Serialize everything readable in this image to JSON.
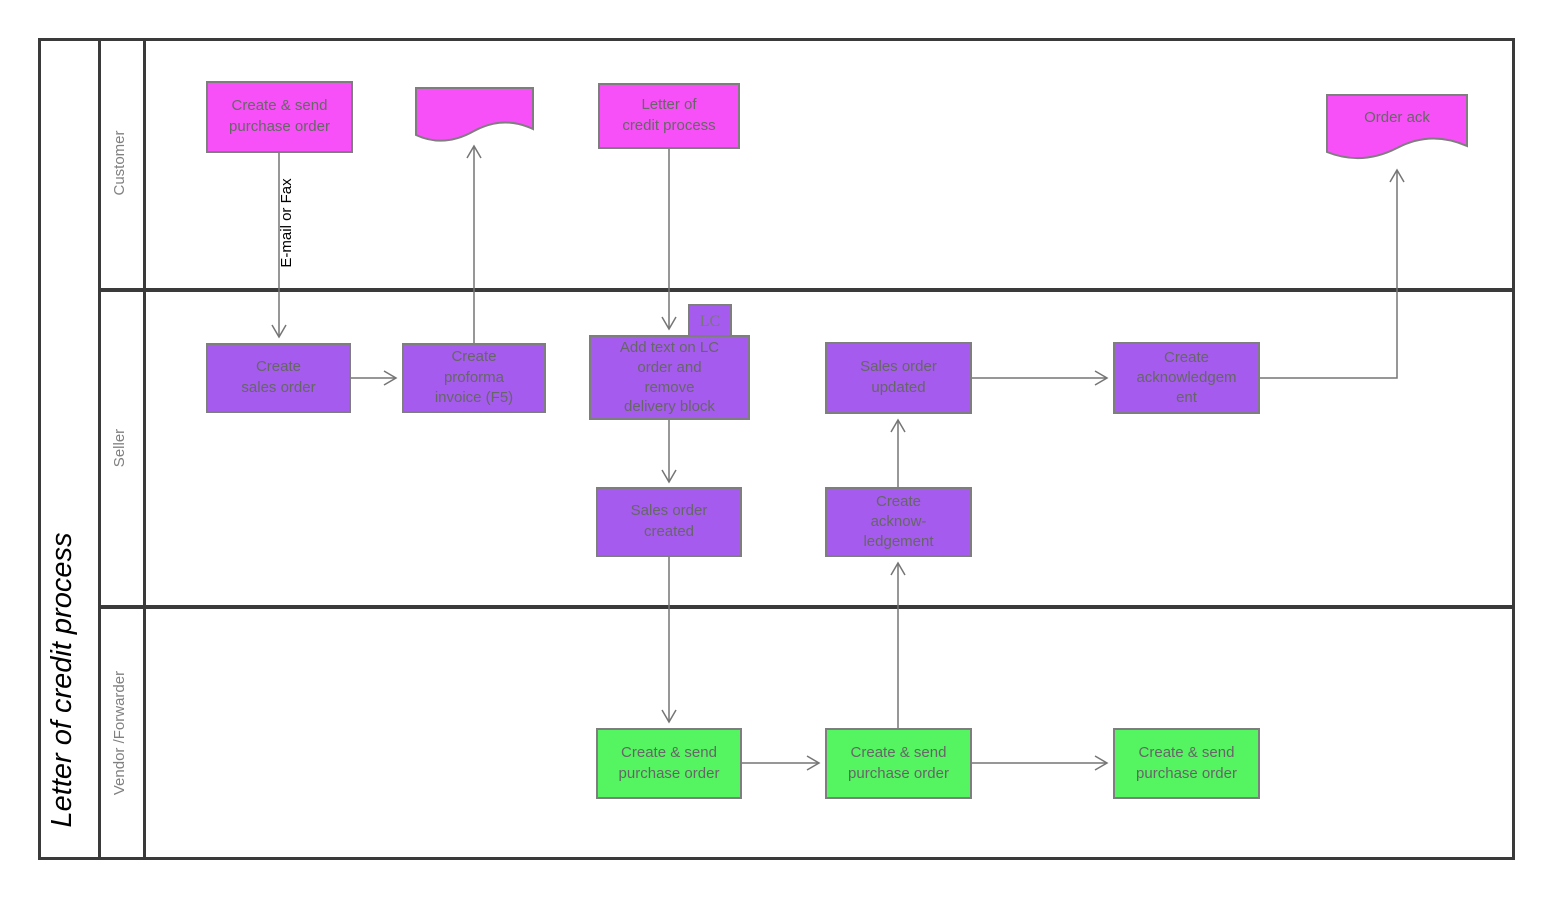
{
  "title": "Letter of credit process",
  "lanes": {
    "customer": "Customer",
    "seller": "Seller",
    "vendor": "Vendor /Forwarder"
  },
  "edge_labels": {
    "email_or_fax": "E-mail or Fax"
  },
  "nodes": {
    "customer_create_send_po": {
      "label": "Create & send\npurchase order"
    },
    "customer_document": {
      "label": ""
    },
    "letter_of_credit_process": {
      "label": "Letter of\ncredit process"
    },
    "order_ack_document": {
      "label": "Order ack"
    },
    "create_sales_order": {
      "label": "Create\nsales order"
    },
    "create_proforma_invoice": {
      "label": "Create\nproforma\ninvoice (F5)"
    },
    "lc_tab": {
      "label": "LC"
    },
    "add_text_on_lc": {
      "label": "Add text on LC\norder and\nremove\ndelivery block"
    },
    "sales_order_created": {
      "label": "Sales order\ncreated"
    },
    "create_acknowledgement_mid": {
      "label": "Create\nacknow-\nledgement"
    },
    "sales_order_updated": {
      "label": "Sales order\nupdated"
    },
    "create_acknowledgement_right": {
      "label": "Create\nacknowledgem\nent"
    },
    "vendor_create_send_po_1": {
      "label": "Create & send\npurchase order"
    },
    "vendor_create_send_po_2": {
      "label": "Create & send\npurchase order"
    },
    "vendor_create_send_po_3": {
      "label": "Create & send\npurchase order"
    }
  },
  "colors": {
    "magenta": "#f850f8",
    "purple": "#a55bee",
    "green": "#55f561",
    "shape_border": "#7e7e7e",
    "shape_text": "#666666",
    "lane_line": "#3a3a3a",
    "arrow": "#757575"
  }
}
